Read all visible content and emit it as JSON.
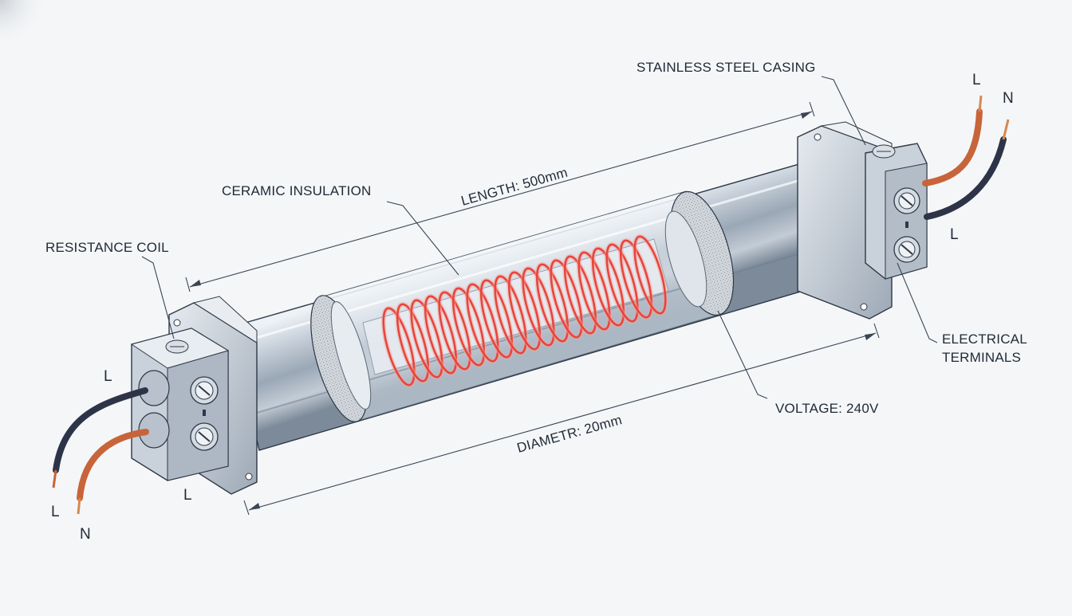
{
  "labels": {
    "stainless_steel_casing": "STAINLESS STEEL CASING",
    "ceramic_insulation": "CERAMIC INSULATION",
    "resistance_coil": "RESISTANCE COIL",
    "electrical_terminals_line1": "ELECTRICAL",
    "electrical_terminals_line2": "TERMINALS",
    "length": "LENGTH: 500mm",
    "diameter": "DIAMETR: 20mm",
    "voltage": "VOLTAGE: 240V"
  },
  "wires": {
    "left_top": "L",
    "left_bottom_l": "L",
    "left_bottom_n": "N",
    "left_box_l": "L",
    "right_top_l": "L",
    "right_top_n": "N",
    "right_bottom_l": "L"
  },
  "colors": {
    "background": "#f4f6f8",
    "steel": "#b9c3ce",
    "coil": "#e8453c",
    "wire_live": "#c8643a",
    "wire_neutral": "#2d3448",
    "outline": "#2e3846"
  }
}
